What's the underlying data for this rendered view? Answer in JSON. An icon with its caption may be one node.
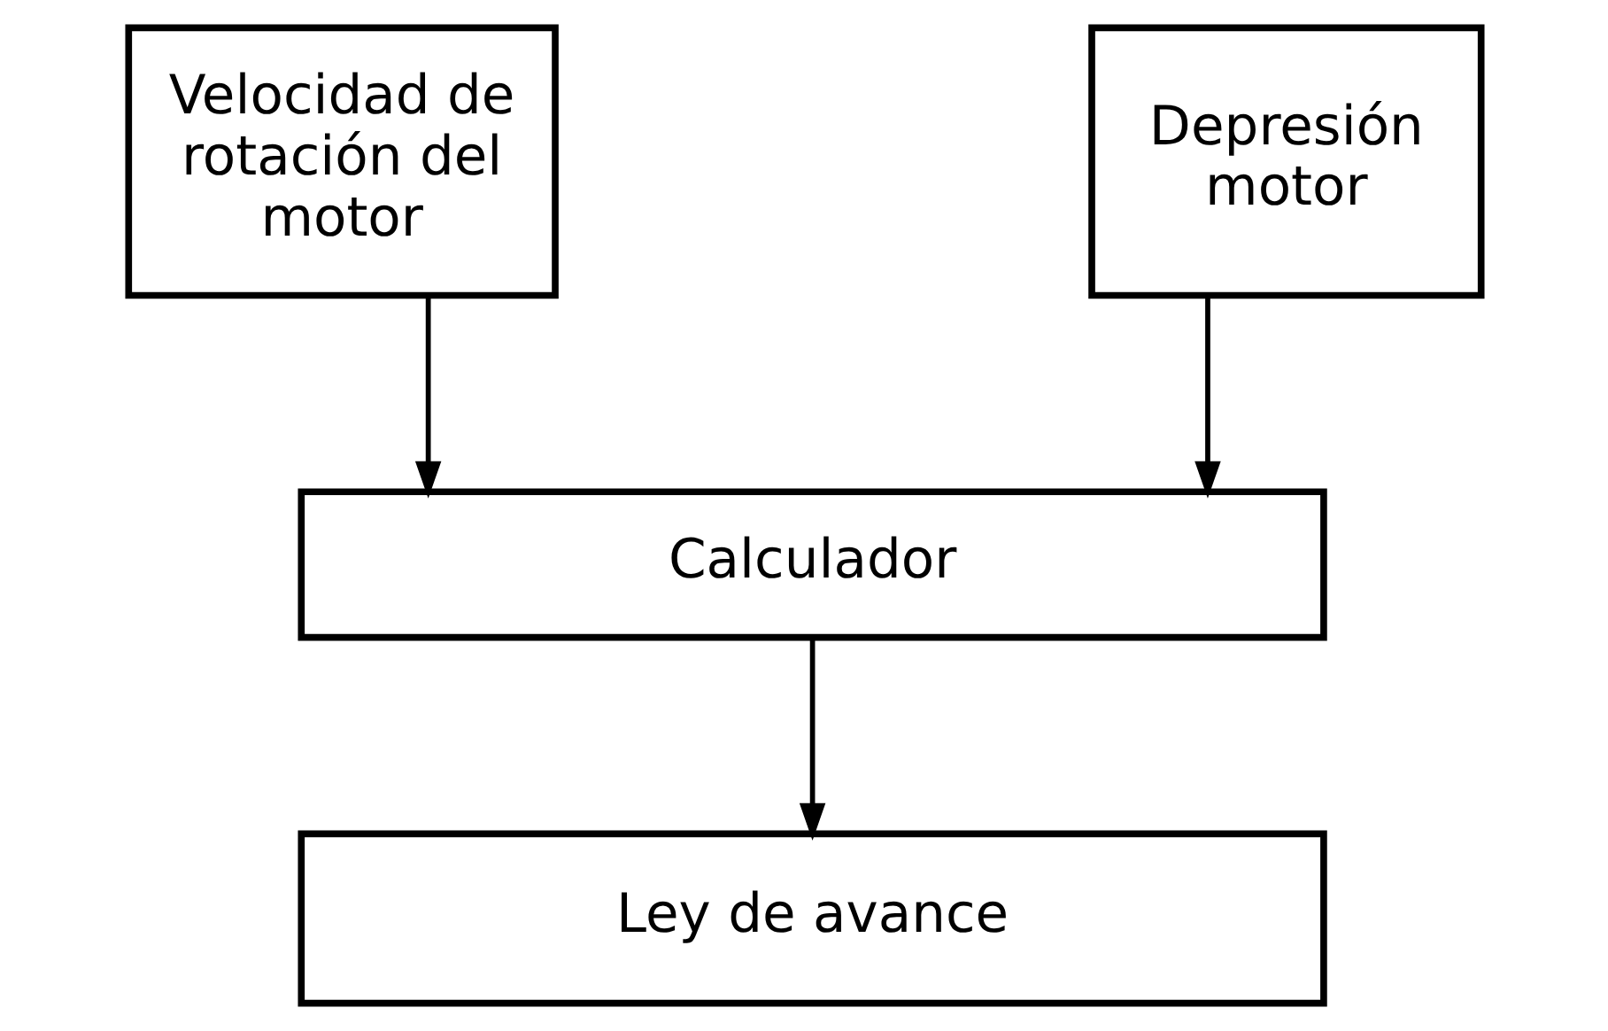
{
  "diagram": {
    "nodes": [
      {
        "text": [
          "Velocidad de rotación del motor"
        ]
      },
      {
        "text": [
          "Depresión motor"
        ]
      },
      {
        "text": [
          "Calculador"
        ]
      },
      {
        "text": [
          "Ley de avance"
        ]
      }
    ],
    "edges": [
      {
        "from": 0,
        "to": 2,
        "arrow": "to"
      },
      {
        "from": 1,
        "to": 2,
        "arrow": "to"
      },
      {
        "from": 2,
        "to": 3,
        "arrow": "to"
      }
    ]
  }
}
